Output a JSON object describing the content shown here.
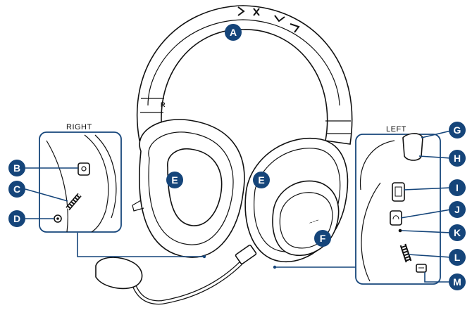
{
  "panels": {
    "right_title": "RIGHT",
    "left_title": "LEFT"
  },
  "callouts": {
    "A": "A",
    "B": "B",
    "C": "C",
    "D": "D",
    "E": "E",
    "F": "F",
    "G": "G",
    "H": "H",
    "I": "I",
    "J": "J",
    "K": "K",
    "L": "L",
    "M": "M"
  },
  "colors": {
    "callout_fill": "#15457a",
    "line_art": "#111111"
  },
  "icons": {
    "right_panel": [
      "power-button-icon",
      "volume-wheel-icon",
      "charging-port-icon"
    ],
    "left_panel": [
      "mic-port-icon",
      "usb-port-icon",
      "headphone-icon",
      "led-indicator-icon",
      "dial-icon",
      "toggle-icon"
    ]
  }
}
